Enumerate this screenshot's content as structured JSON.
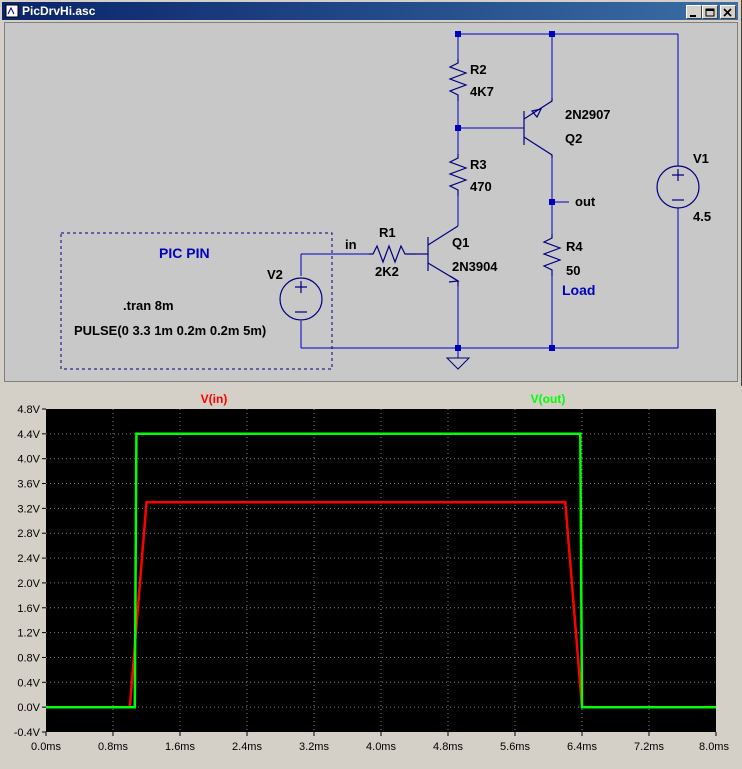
{
  "window": {
    "title": "PicDrvHi.asc"
  },
  "schematic": {
    "labels": {
      "r2": "R2",
      "r2_val": "4K7",
      "r3": "R3",
      "r3_val": "470",
      "r1": "R1",
      "r1_val": "2K2",
      "r4": "R4",
      "r4_val": "50",
      "load": "Load",
      "q1": "Q1",
      "q1_model": "2N3904",
      "q2_model": "2N2907",
      "q2": "Q2",
      "v1": "V1",
      "v1_val": "4.5",
      "v2": "V2",
      "net_in": "in",
      "net_out": "out",
      "pic_pin": "PIC PIN",
      "tran": ".tran 8m",
      "pulse": "PULSE(0 3.3 1m 0.2m 0.2m 5m)"
    }
  },
  "colors": {
    "wire": "#0000c0",
    "component": "#000080",
    "text": "#000000",
    "plot_bg": "#000000",
    "grid": "#808080",
    "trace_in": "#ff0000",
    "trace_out": "#00ff00"
  },
  "chart_data": {
    "type": "line",
    "title": "",
    "xlabel": "",
    "ylabel": "",
    "xlim": [
      0,
      8
    ],
    "ylim": [
      -0.4,
      4.8
    ],
    "x_unit": "ms",
    "y_unit": "V",
    "xticks": [
      "0.0ms",
      "0.8ms",
      "1.6ms",
      "2.4ms",
      "3.2ms",
      "4.0ms",
      "4.8ms",
      "5.6ms",
      "6.4ms",
      "7.2ms",
      "8.0ms"
    ],
    "yticks": [
      "4.8V",
      "4.4V",
      "4.0V",
      "3.6V",
      "3.2V",
      "2.8V",
      "2.4V",
      "2.0V",
      "1.6V",
      "1.2V",
      "0.8V",
      "0.4V",
      "0.0V",
      "-0.4V"
    ],
    "grid": true,
    "series": [
      {
        "name": "V(in)",
        "color": "#ff0000",
        "x": [
          0,
          1.0,
          1.2,
          6.2,
          6.4,
          8.0
        ],
        "y": [
          0,
          0,
          3.3,
          3.3,
          0,
          0
        ]
      },
      {
        "name": "V(out)",
        "color": "#00ff00",
        "x": [
          0,
          1.06,
          1.08,
          6.38,
          6.4,
          8.0
        ],
        "y": [
          0,
          0,
          4.4,
          4.4,
          0,
          0
        ]
      }
    ]
  }
}
